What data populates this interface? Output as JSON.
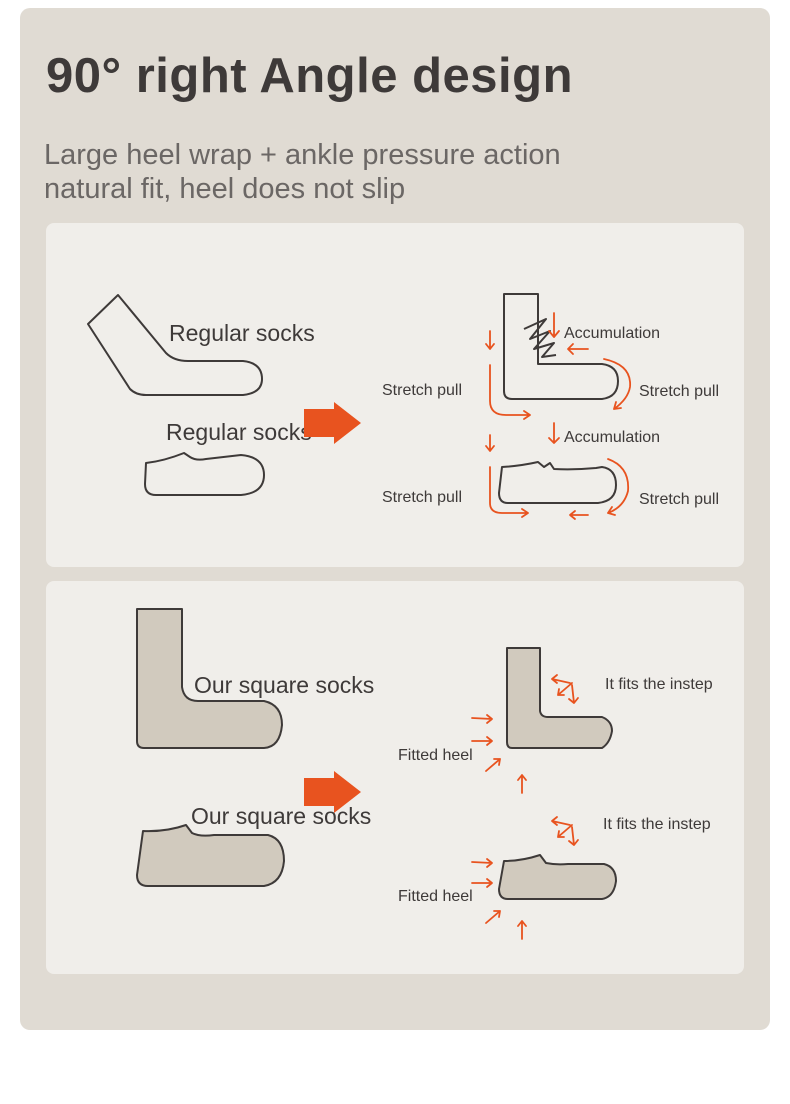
{
  "header": {
    "title": "90° right Angle design",
    "subtitle_line1": "Large heel wrap + ankle pressure action",
    "subtitle_line2": "natural fit, heel does not slip"
  },
  "regular_panel": {
    "label_crew": "Regular socks",
    "label_low": "Regular socks",
    "accumulation_top": "Accumulation",
    "accumulation_bottom": "Accumulation",
    "stretch_left_top": "Stretch pull",
    "stretch_right_top": "Stretch pull",
    "stretch_left_bottom": "Stretch pull",
    "stretch_right_bottom": "Stretch pull"
  },
  "ours_panel": {
    "label_crew": "Our square socks",
    "label_low": "Our square socks",
    "instep_top": "It fits the instep",
    "instep_bottom": "It fits the instep",
    "heel_top": "Fitted heel",
    "heel_bottom": "Fitted heel"
  },
  "colors": {
    "background_card": "#e0dbd3",
    "panel": "#f0eeea",
    "accent_arrow": "#e8531f",
    "sock_fill": "#d1cabe",
    "text": "#3e3a39"
  }
}
